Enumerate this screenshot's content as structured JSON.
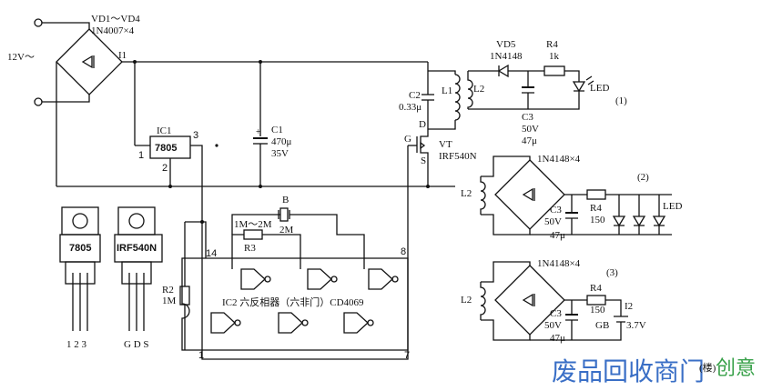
{
  "labels": {
    "bridge_main": "VD1～VD4",
    "bridge_main_part": "1N4007×4",
    "input_voltage": "12V～",
    "current_i1": "I1",
    "ic1_ref": "IC1",
    "ic1_part": "7805",
    "ic1_pin1": "1",
    "ic1_pin2": "2",
    "ic1_pin3": "3",
    "c1_ref": "C1",
    "c1_value": "470μ",
    "c1_voltage": "35V",
    "c2_ref": "C2",
    "c2_value": "0.33μ",
    "l1_ref": "L1",
    "vt_ref": "VT",
    "vt_part": "IRF540N",
    "pin_g": "G",
    "pin_d": "D",
    "pin_s": "S",
    "crystal_ref": "B",
    "crystal_value": "2M",
    "r3_range": "1M～2M",
    "r3_ref": "R3",
    "r2_ref": "R2",
    "r2_value": "1M",
    "ic2_desc": "IC2 六反相器（六非门）CD4069",
    "ic2_pin14": "14",
    "ic2_pin8": "8",
    "ic2_pin1": "1",
    "ic2_pin7": "7",
    "pkg1_label": "7805",
    "pkg1_pins": "1 2 3",
    "pkg2_label": "IRF540N",
    "pkg2_pins": "G D S"
  },
  "receivers": [
    {
      "number": "(1)",
      "diode_ref": "VD5",
      "diode_part": "1N4148",
      "r_ref": "R4",
      "r_value": "1k",
      "load": "LED",
      "l_ref": "L2",
      "c_ref": "C3",
      "c_voltage": "50V",
      "c_value": "47μ"
    },
    {
      "number": "(2)",
      "bridge_part": "1N4148×4",
      "l_ref": "L2",
      "c_ref": "C3",
      "c_voltage": "50V",
      "c_value": "47μ",
      "r_ref": "R4",
      "r_value": "150",
      "load": "LED"
    },
    {
      "number": "(3)",
      "bridge_part": "1N4148×4",
      "l_ref": "L2",
      "c_ref": "C3",
      "c_voltage": "50V",
      "c_value": "47μ",
      "r_ref": "R4",
      "r_value": "150",
      "current_ref": "I2",
      "battery_ref": "GB",
      "battery_value": "3.7V"
    }
  ],
  "watermark": {
    "text": "废品回收商门",
    "brand": "创意",
    "suffix": "(楼)"
  },
  "colors": {
    "ink": "#111111",
    "watermark_blue": "#3a6fc6",
    "watermark_green": "#39a14a"
  }
}
